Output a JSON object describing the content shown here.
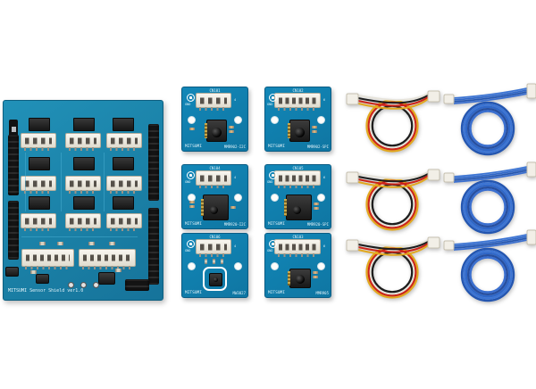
{
  "colors": {
    "background": "#ffffff",
    "main_pcb_teal": "#1f86ac",
    "sensor_pcb_teal": "#1080b0",
    "connector_white": "#f2efe7",
    "header_black": "#141414",
    "wire_red": "#cc2418",
    "wire_yellow": "#e2a81e",
    "wire_black": "#1d1d1d",
    "wire_white": "#e6e3da",
    "blue_cable": "#2f67c8"
  },
  "main_board": {
    "silkscreen": "MITSUMI Sensor Shield ver1.0"
  },
  "sensor_boards": [
    {
      "connector_ref": "CN101",
      "part_number": "MMR902-I2C",
      "brand": "MITSUMI",
      "fiducial_label": "GND",
      "pin_first": "1",
      "pin_last": "4"
    },
    {
      "connector_ref": "CN102",
      "part_number": "MMR902-SPI",
      "brand": "MITSUMI",
      "fiducial_label": "GND",
      "pin_first": "1",
      "pin_last": "6"
    },
    {
      "connector_ref": "CN104",
      "part_number": "MMR920-I2C",
      "brand": "MITSUMI",
      "fiducial_label": "GND",
      "pin_first": "1",
      "pin_last": "4"
    },
    {
      "connector_ref": "CN105",
      "part_number": "MMR920-SPI",
      "brand": "MITSUMI",
      "fiducial_label": "GND",
      "pin_first": "1",
      "pin_last": "6"
    },
    {
      "connector_ref": "CN106",
      "part_number": "MW3827",
      "brand": "MITSUMI",
      "fiducial_label": "GND",
      "pin_first": "1",
      "pin_last": "4"
    },
    {
      "connector_ref": "CN103",
      "part_number": "MMR905",
      "brand": "MITSUMI",
      "fiducial_label": "GND",
      "pin_first": "1",
      "pin_last": "6"
    }
  ]
}
